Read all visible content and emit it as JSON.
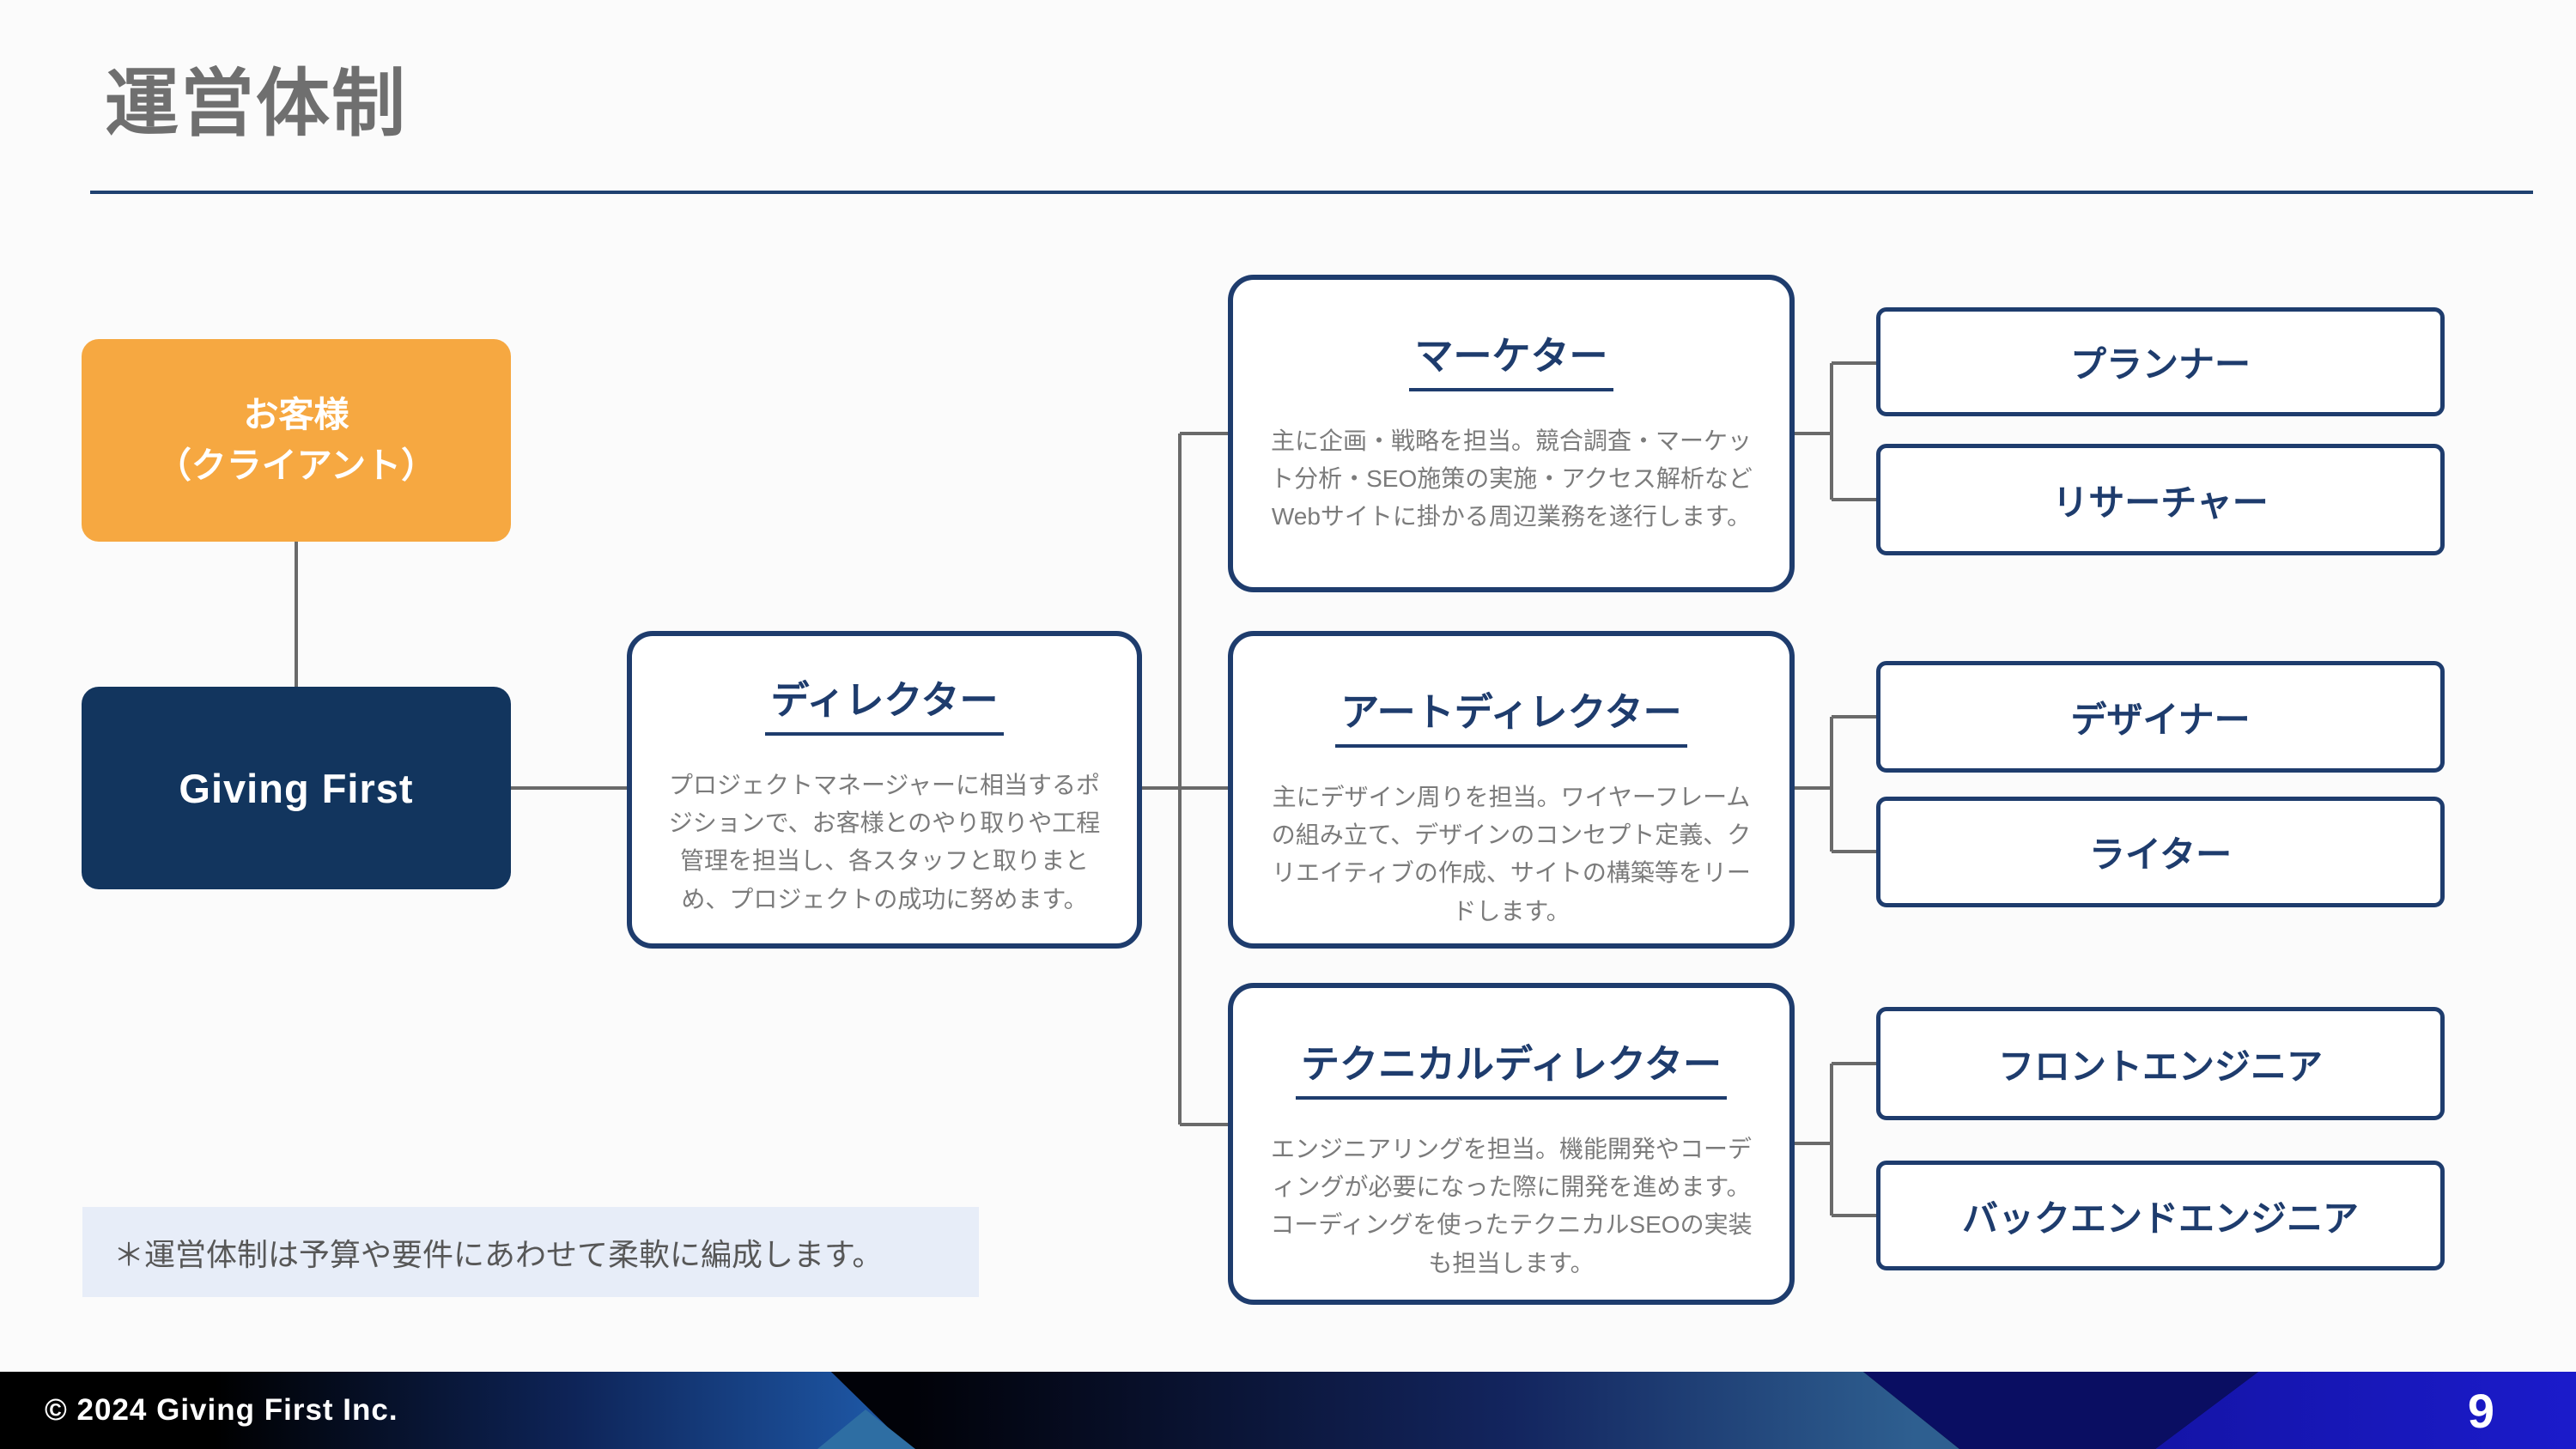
{
  "slide": {
    "title": "運営体制",
    "note": "＊運営体制は予算や要件にあわせて柔軟に編成します。",
    "footer": {
      "copyright": "© 2024 Giving First Inc.",
      "page_number": "9"
    }
  },
  "org_chart": {
    "client": {
      "line1": "お客様",
      "line2": "（クライアント）"
    },
    "company": {
      "label": "Giving First"
    },
    "roles": [
      {
        "id": "director",
        "title": "ディレクター",
        "desc": "プロジェクトマネージャーに相当するポジションで、お客様とのやり取りや工程管理を担当し、各スタッフと取りまとめ、プロジェクトの成功に努めます。"
      },
      {
        "id": "marketer",
        "title": "マーケター",
        "desc": "主に企画・戦略を担当。競合調査・マーケット分析・SEO施策の実施・アクセス解析などWebサイトに掛かる周辺業務を遂行します。"
      },
      {
        "id": "art-director",
        "title": "アートディレクター",
        "desc": "主にデザイン周りを担当。ワイヤーフレームの組み立て、デザインのコンセプト定義、クリエイティブの作成、サイトの構築等をリードします。"
      },
      {
        "id": "technical-director",
        "title": "テクニカルディレクター",
        "desc": "エンジニアリングを担当。機能開発やコーディングが必要になった際に開発を進めます。コーディングを使ったテクニカルSEOの実装も担当します。"
      }
    ],
    "staff": [
      {
        "label": "プランナー"
      },
      {
        "label": "リサーチャー"
      },
      {
        "label": "デザイナー"
      },
      {
        "label": "ライター"
      },
      {
        "label": "フロントエンジニア"
      },
      {
        "label": "バックエンドエンジニア"
      }
    ]
  },
  "colors": {
    "accent_orange": "#F6A841",
    "navy_fill": "#12355E",
    "navy_border": "#1E3C6D",
    "title_gray": "#6F6F6F",
    "body_gray": "#7B7B7B",
    "connector_gray": "#6A6A6A",
    "note_background": "#E7EDF8",
    "footer_royal_blue": "#1B1BCB",
    "footer_steel_blue": "#2E5F90"
  }
}
